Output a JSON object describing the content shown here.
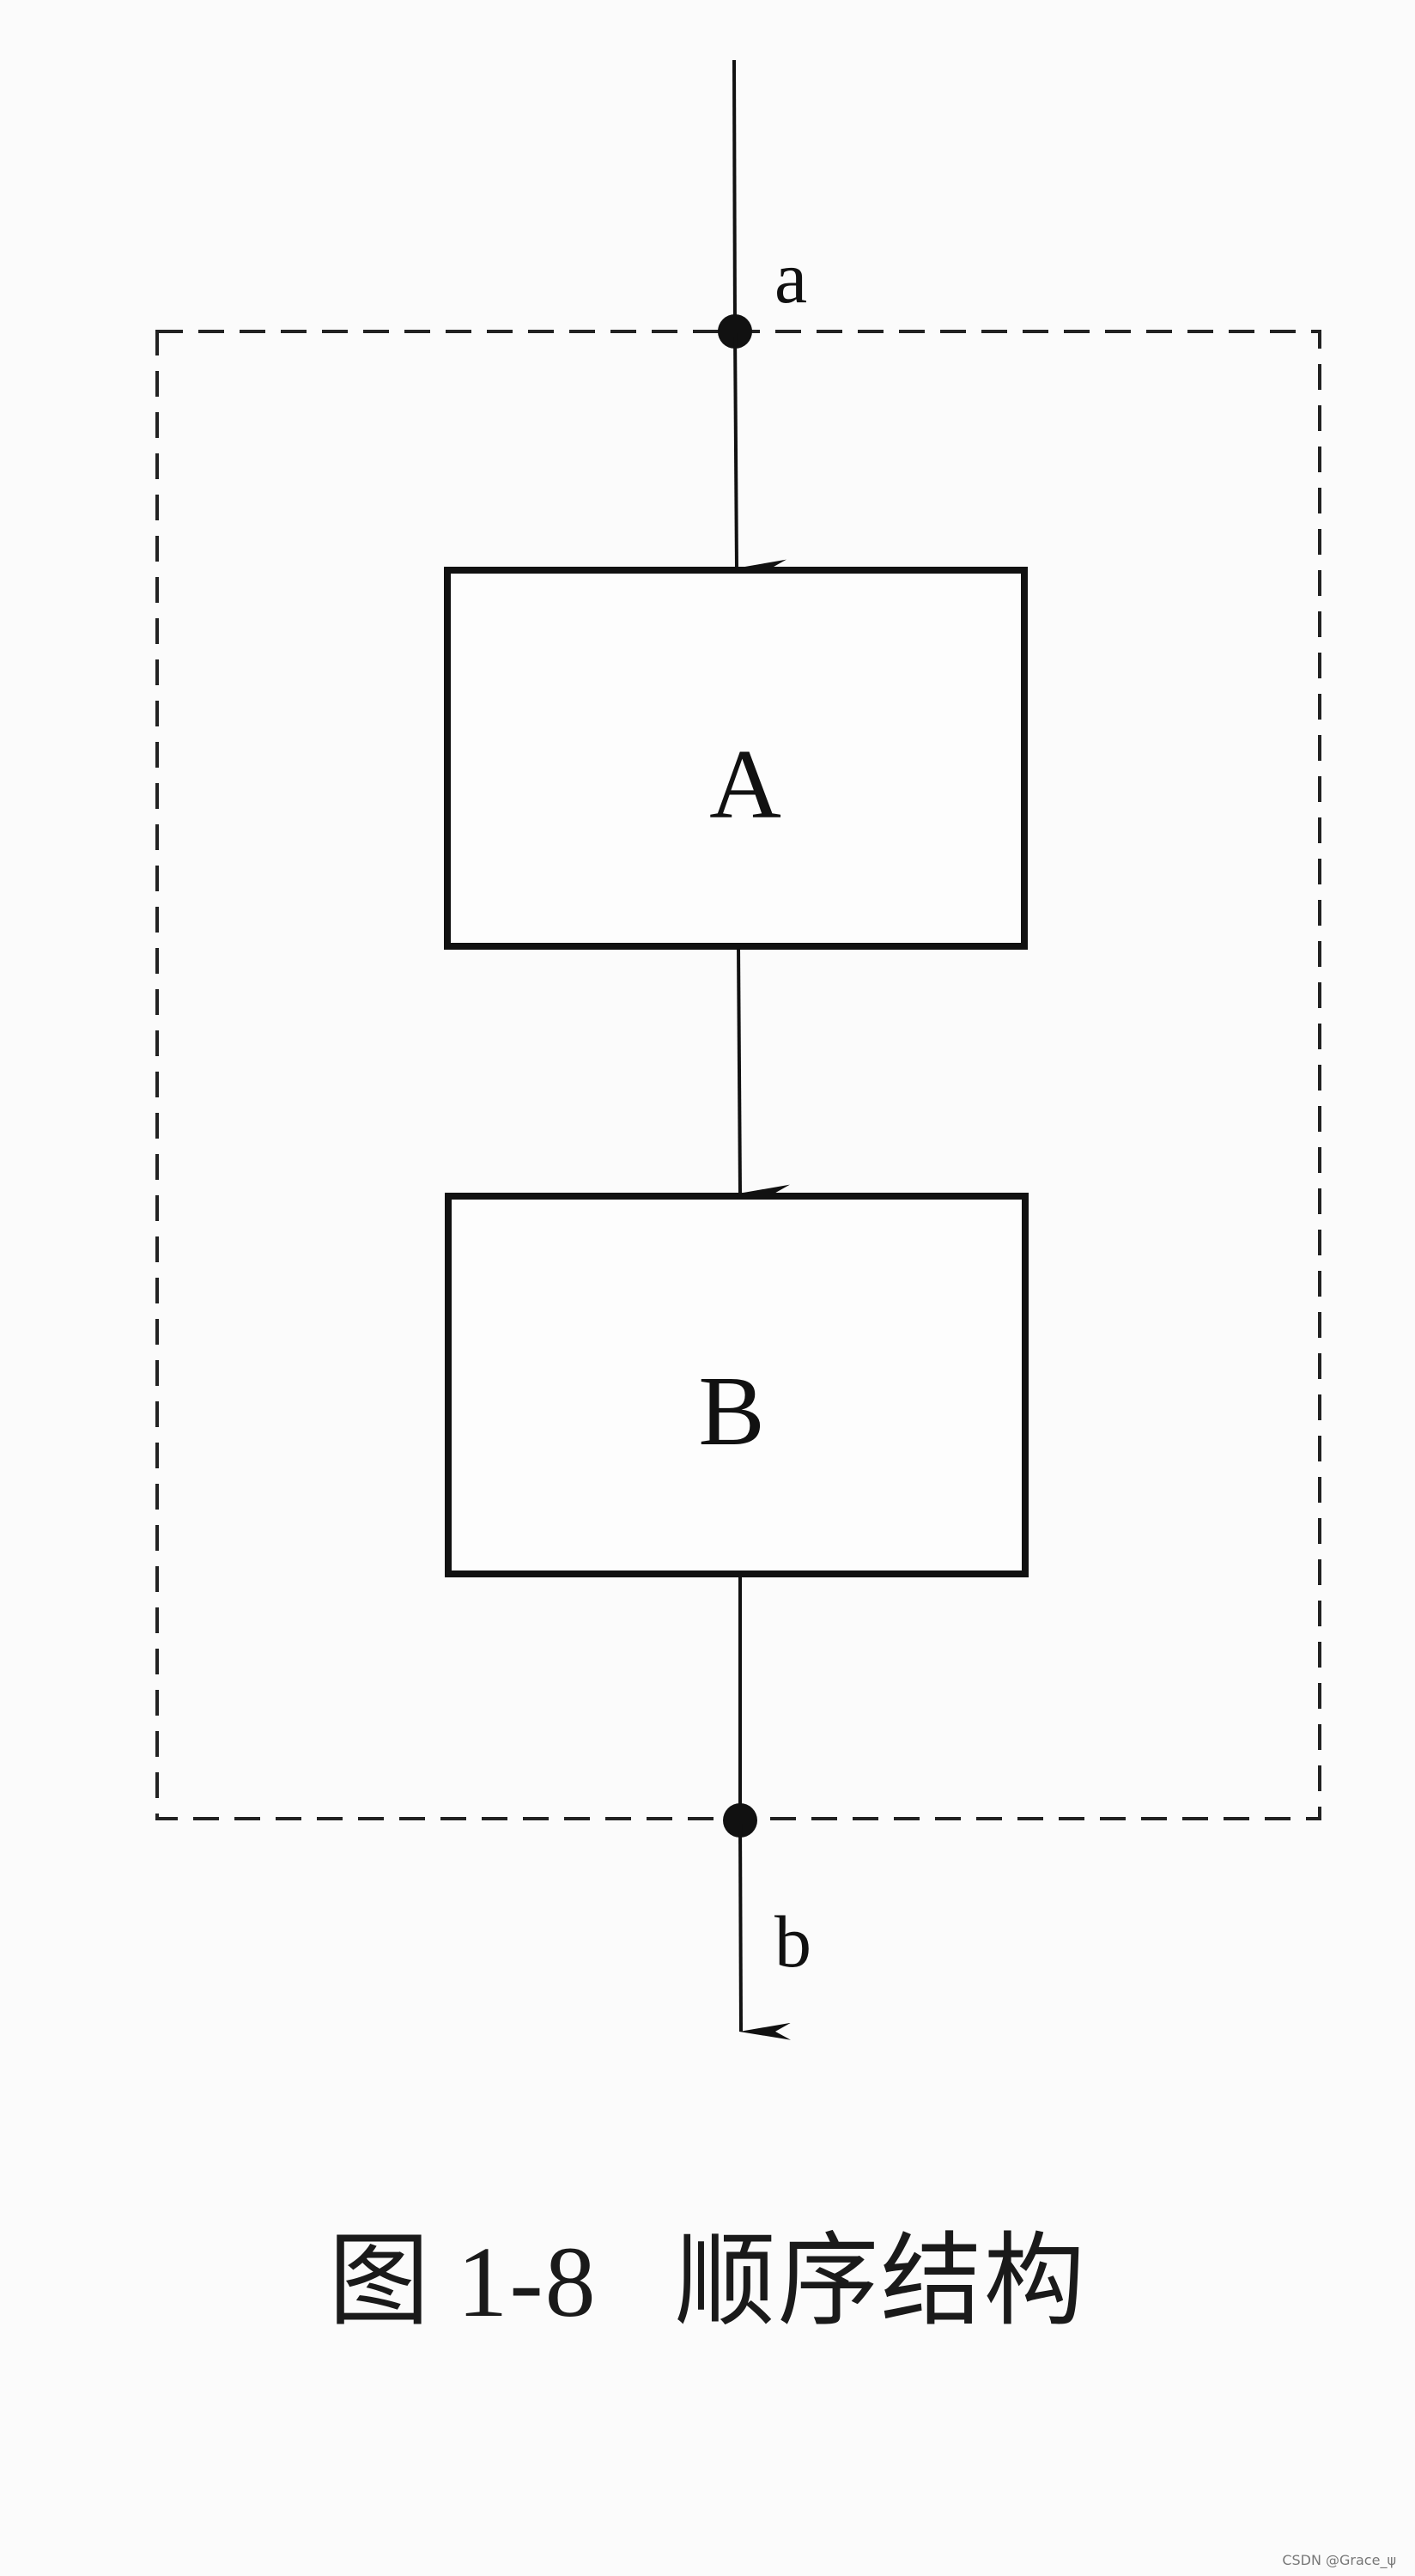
{
  "diagram": {
    "entry_label": "a",
    "exit_label": "b",
    "block_a_label": "A",
    "block_b_label": "B"
  },
  "caption": {
    "prefix": "图",
    "number": "1-8",
    "title": "顺序结构"
  },
  "watermark": "CSDN @Grace_ψ"
}
